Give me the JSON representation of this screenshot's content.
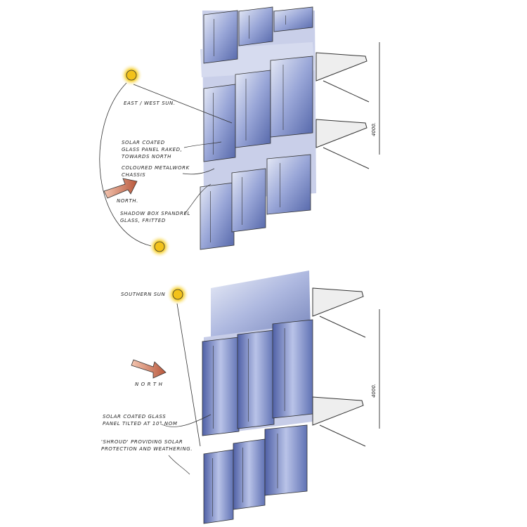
{
  "top_sketch": {
    "labels": {
      "east_west_sun": "East / West sun.",
      "solar_panel": "Solar coated\nglass panel raked,\ntowards north",
      "chassis": "Coloured metalwork\nchassis",
      "north": "North.",
      "spandrel": "Shadow box spandrel\nglass, fritted"
    },
    "dimension": "4000."
  },
  "bottom_sketch": {
    "labels": {
      "southern_sun": "Southern sun",
      "north": "N O R T H",
      "solar_panel": "Solar coated glass\npanel tilted at 10° nom",
      "shroud": "'Shroud' providing solar\nprotection and weathering."
    },
    "dimension": "4000."
  },
  "colors": {
    "glass_light": "#dfe4f4",
    "glass_dark": "#5d6fb0",
    "sun": "#f3c21a",
    "arrow": "#c9745a"
  }
}
